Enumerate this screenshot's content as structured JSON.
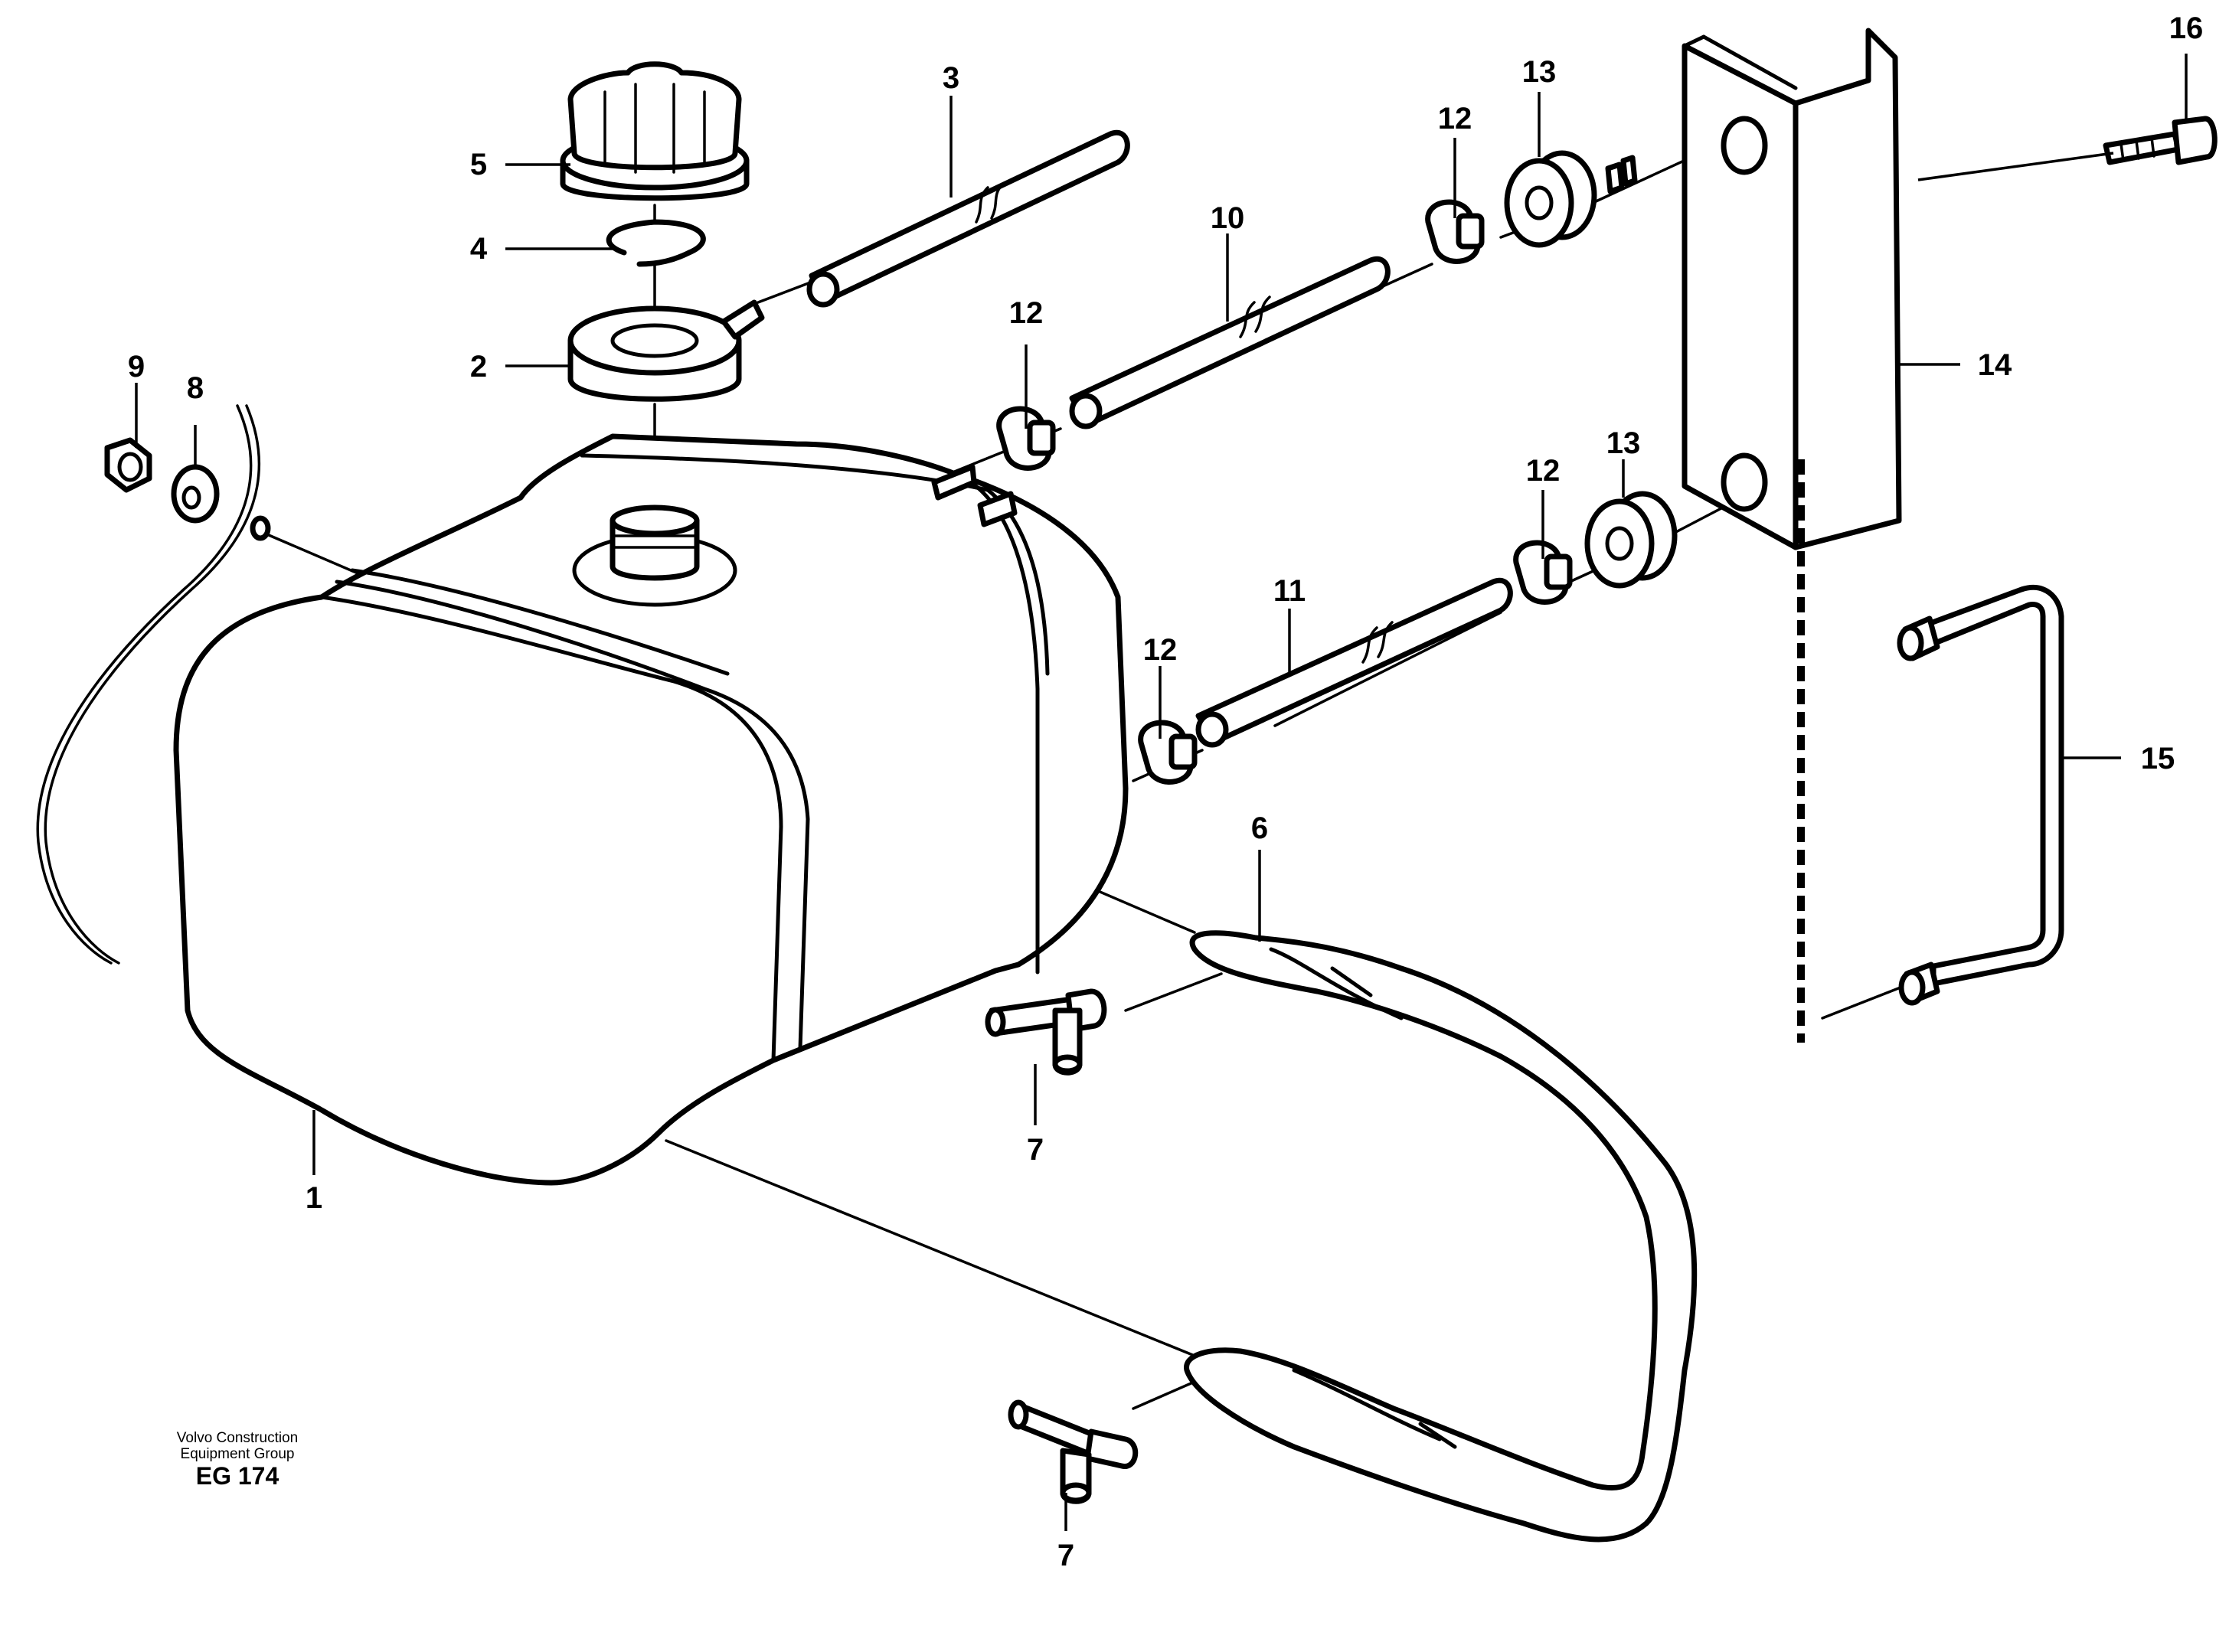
{
  "callouts": {
    "c1": "1",
    "c2": "2",
    "c3": "3",
    "c4": "4",
    "c5": "5",
    "c6": "6",
    "c7": "7",
    "c8": "8",
    "c9": "9",
    "c10": "10",
    "c11": "11",
    "c12": "12",
    "c13": "13",
    "c14": "14",
    "c15": "15",
    "c16": "16"
  },
  "caption": {
    "line1": "Volvo Construction",
    "line2": "Equipment Group",
    "code": "EG 174"
  },
  "colors": {
    "ink": "#000000",
    "paper": "#ffffff"
  }
}
